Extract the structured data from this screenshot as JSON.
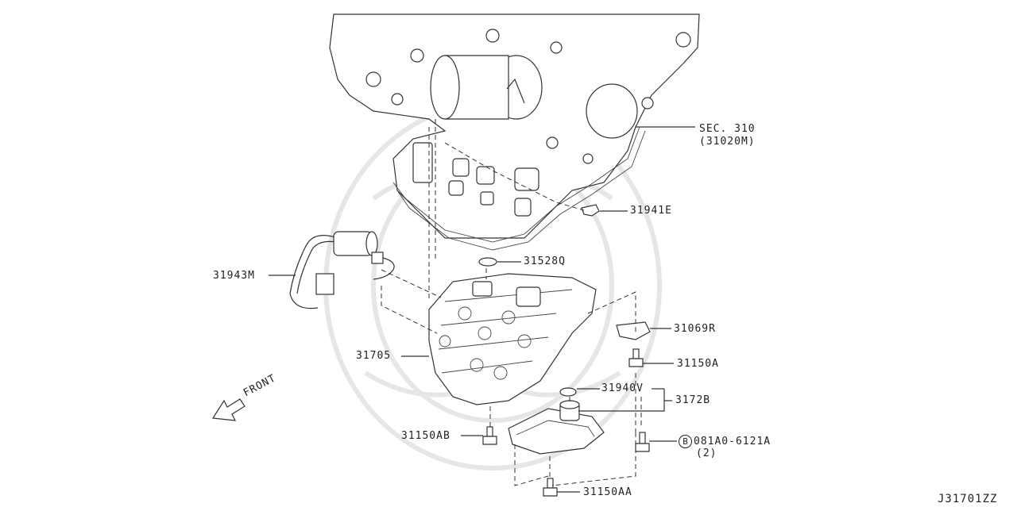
{
  "labels": {
    "sec_ref": "SEC. 310",
    "sec_part": "(31020M)",
    "p31941E": "31941E",
    "p31528Q": "31528Q",
    "p31943M": "31943M",
    "p31069R": "31069R",
    "p31705": "31705",
    "p31150A": "31150A",
    "p31940V": "31940V",
    "p3172B": "3172B",
    "p31150AB": "31150AB",
    "bolt_prefix": "B",
    "bolt_part": "081A0-6121A",
    "bolt_qty": "(2)",
    "p31150AA": "31150AA",
    "front": "FRONT",
    "diagram_id": "J31701ZZ"
  },
  "icons": {
    "front_arrow": "arrow-left-down-icon",
    "bolt_marker": "circled-b-icon"
  },
  "colors": {
    "line": "#333333",
    "watermark": "#e6e6e6",
    "background": "#ffffff"
  }
}
